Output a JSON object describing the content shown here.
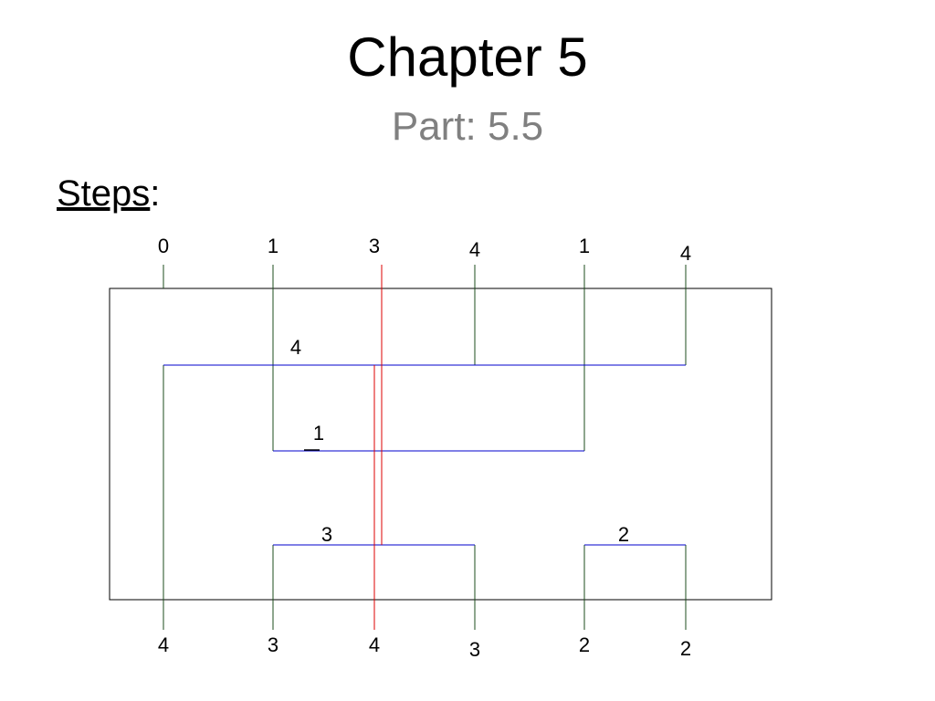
{
  "slide": {
    "title": "Chapter 5",
    "subtitle": "Part: 5.5",
    "steps_label": "Steps",
    "steps_colon": ":"
  },
  "diagram": {
    "top_labels": [
      "0",
      "1",
      "3",
      "4",
      "1",
      "4"
    ],
    "bottom_labels": [
      "4",
      "3",
      "4",
      "3",
      "2",
      "2"
    ],
    "wire_labels": {
      "upper": "4",
      "middle": "1",
      "lower_left": "3",
      "lower_right": "2"
    }
  },
  "colors": {
    "frame": "#000000",
    "vertical_wire": "#1d4d1d",
    "horizontal_wire": "#0000cc",
    "highlight": "#dd0000"
  }
}
